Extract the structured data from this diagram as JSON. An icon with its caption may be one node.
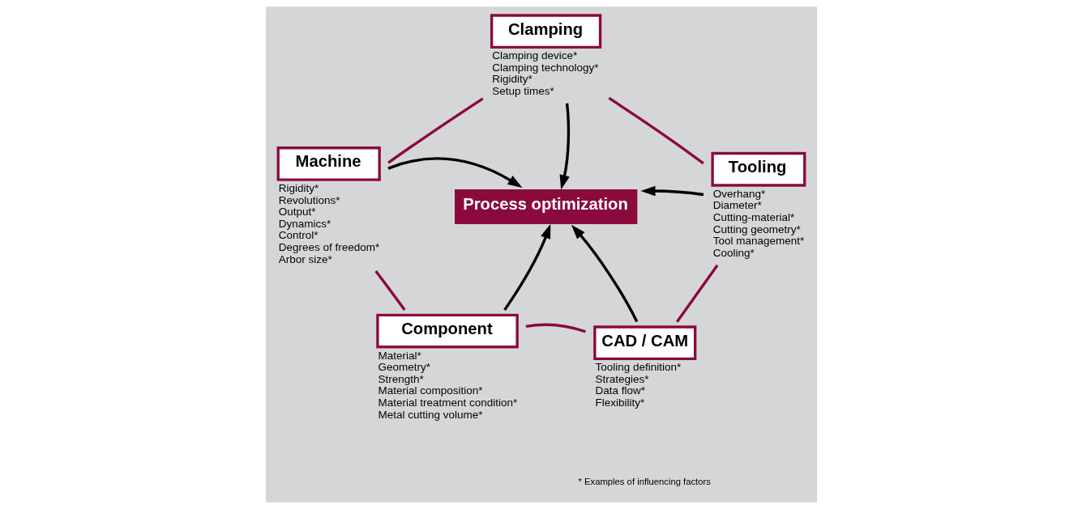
{
  "diagram": {
    "nodes": [
      {
        "text": [
          "Clamping"
        ],
        "beside": [
          "Clamping device*",
          "Clamping technology*",
          "Rigidity*",
          "Setup times*"
        ]
      },
      {
        "text": [
          "Machine"
        ],
        "beside": [
          "Rigidity*",
          "Revolutions*",
          "Output*",
          "Dynamics*",
          "Control*",
          "Degrees of freedom*",
          "Arbor size*"
        ]
      },
      {
        "text": [
          "Tooling"
        ],
        "beside": [
          "Overhang*",
          "Diameter*",
          "Cutting-material*",
          "Cutting geometry*",
          "Tool management*",
          "Cooling*"
        ]
      },
      {
        "text": [
          "Process optimization"
        ]
      },
      {
        "text": [
          "Component"
        ],
        "beside": [
          "Material*",
          "Geometry*",
          "Strength*",
          "Material composition*",
          "Material treatment condition*",
          "Metal cutting volume*"
        ]
      },
      {
        "text": [
          "CAD / CAM"
        ],
        "beside": [
          "Tooling definition*",
          "Strategies*",
          "Data flow*",
          "Flexibility*"
        ]
      }
    ],
    "edges": [
      {
        "from": 0,
        "to": 1,
        "arrow": "none",
        "color": "#8b0a3e"
      },
      {
        "from": 0,
        "to": 2,
        "arrow": "none",
        "color": "#8b0a3e"
      },
      {
        "from": 1,
        "to": 4,
        "arrow": "none",
        "color": "#8b0a3e"
      },
      {
        "from": 2,
        "to": 5,
        "arrow": "none",
        "color": "#8b0a3e"
      },
      {
        "from": 4,
        "to": 5,
        "arrow": "none",
        "color": "#8b0a3e"
      },
      {
        "from": 0,
        "to": 3,
        "arrow": "to",
        "color": "#000000"
      },
      {
        "from": 1,
        "to": 3,
        "arrow": "to",
        "color": "#000000"
      },
      {
        "from": 2,
        "to": 3,
        "arrow": "to",
        "color": "#000000"
      },
      {
        "from": 4,
        "to": 3,
        "arrow": "to",
        "color": "#000000"
      },
      {
        "from": 5,
        "to": 3,
        "arrow": "to",
        "color": "#000000"
      }
    ],
    "labels": [
      "* Examples of influencing factors"
    ]
  }
}
